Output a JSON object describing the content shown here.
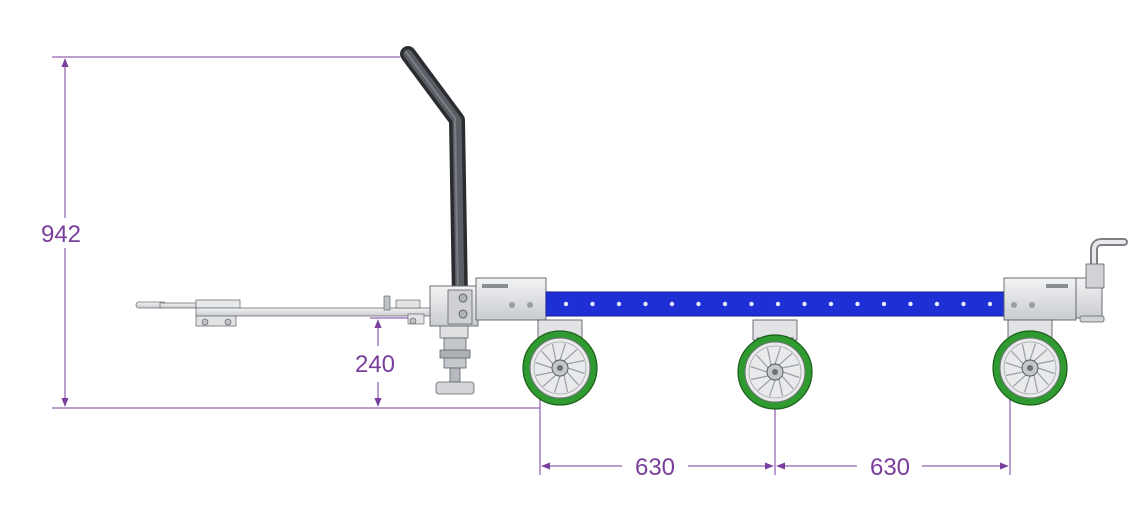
{
  "colors": {
    "dimension": "#7a3e9d",
    "frame_blue": "#1f2fd6",
    "wheel_green": "#2f9a2f",
    "handle": "#3d3f44",
    "steel": "#d8dadd",
    "steel_dark": "#8a8d91"
  },
  "dimensions": {
    "height": "942",
    "tow_bar_height": "240",
    "wheelbase_front": "630",
    "wheelbase_rear": "630"
  }
}
